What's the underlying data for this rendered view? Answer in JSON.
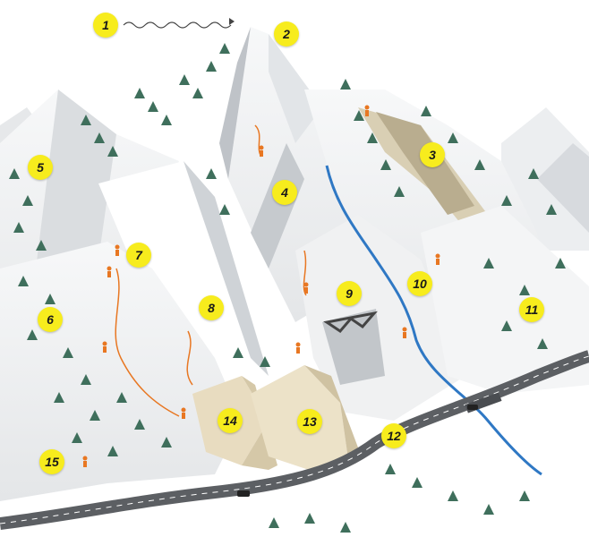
{
  "markers": [
    {
      "id": "marker-1",
      "label": "1"
    },
    {
      "id": "marker-2",
      "label": "2"
    },
    {
      "id": "marker-3",
      "label": "3"
    },
    {
      "id": "marker-4",
      "label": "4"
    },
    {
      "id": "marker-5",
      "label": "5"
    },
    {
      "id": "marker-6",
      "label": "6"
    },
    {
      "id": "marker-7",
      "label": "7"
    },
    {
      "id": "marker-8",
      "label": "8"
    },
    {
      "id": "marker-9",
      "label": "9"
    },
    {
      "id": "marker-10",
      "label": "10"
    },
    {
      "id": "marker-11",
      "label": "11"
    },
    {
      "id": "marker-12",
      "label": "12"
    },
    {
      "id": "marker-13",
      "label": "13"
    },
    {
      "id": "marker-14",
      "label": "14"
    },
    {
      "id": "marker-15",
      "label": "15"
    }
  ],
  "colors": {
    "marker": "#f7ec1d",
    "snow": "#f2f3f4",
    "rock_shadow": "#c9ccd0",
    "tree": "#3f6f5c",
    "road": "#5c5f63",
    "river": "#2f78c4",
    "climber": "#e87722",
    "cliff_face": "#e8dcc0"
  }
}
